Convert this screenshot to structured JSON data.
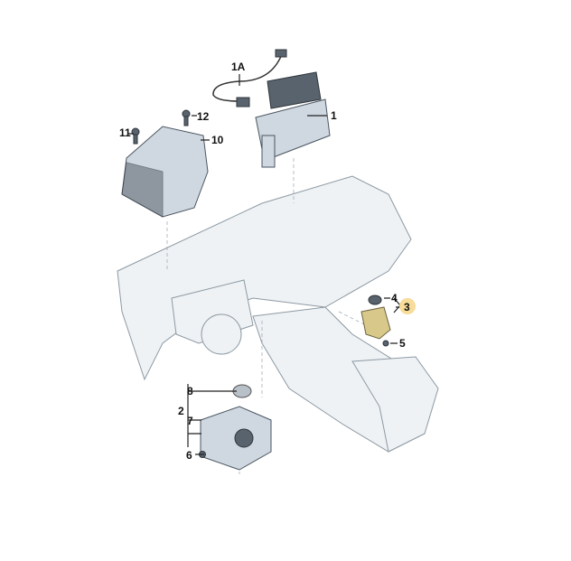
{
  "diagram": {
    "labels": {
      "l1A": "1A",
      "l1": "1",
      "l12": "12",
      "l11": "11",
      "l10": "10",
      "l4": "4",
      "l3": "3",
      "l5": "5",
      "l8": "8",
      "l2": "2",
      "l7": "7",
      "l6": "6"
    },
    "colors": {
      "highlight": "#f7dc9a",
      "bracket_part": "#d8c98a"
    }
  }
}
